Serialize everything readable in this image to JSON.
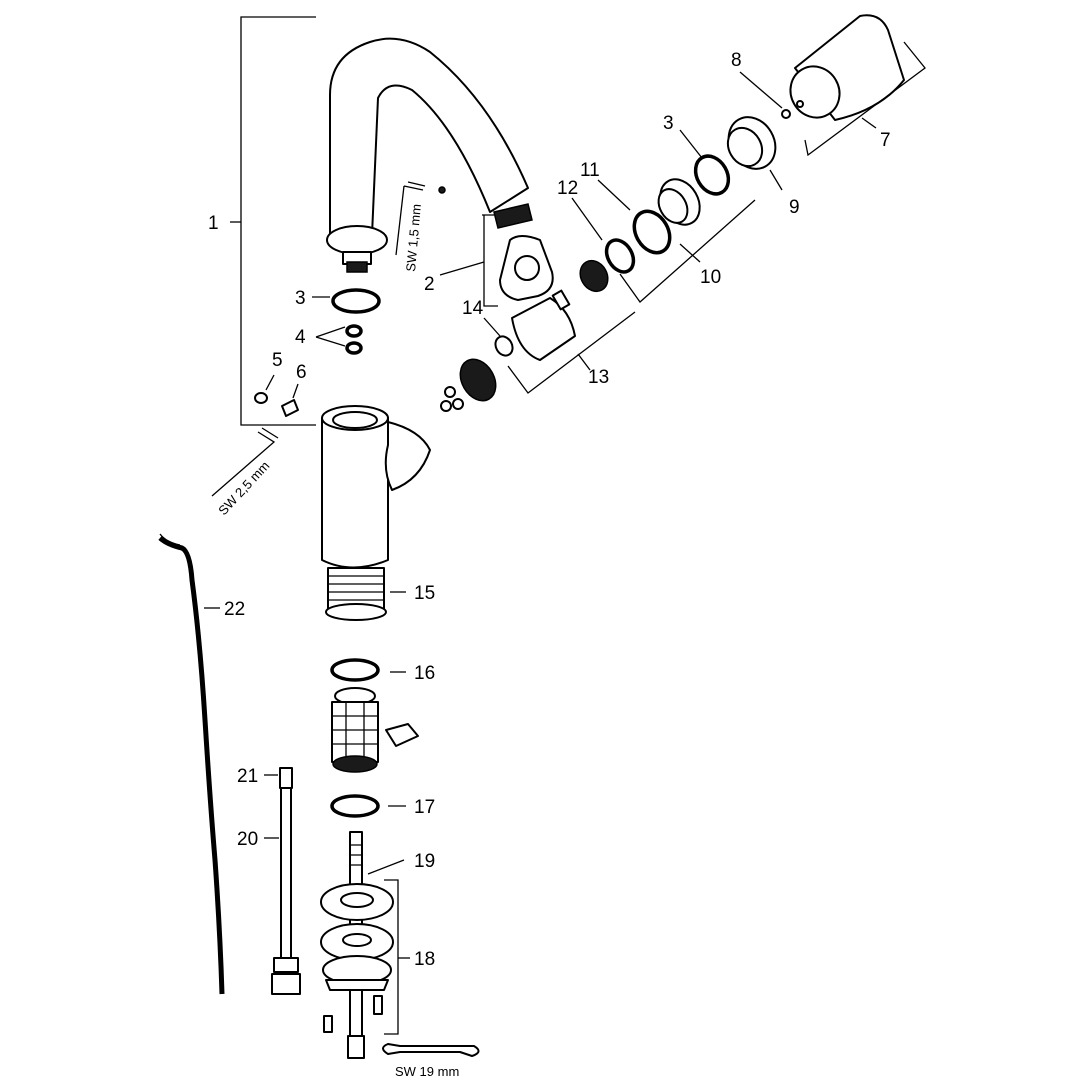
{
  "labels": {
    "l1": "1",
    "l2": "2",
    "l3a": "3",
    "l3b": "3",
    "l4": "4",
    "l5": "5",
    "l6": "6",
    "l7": "7",
    "l8": "8",
    "l9": "9",
    "l10": "10",
    "l11": "11",
    "l12": "12",
    "l13": "13",
    "l14": "14",
    "l15": "15",
    "l16": "16",
    "l17": "17",
    "l18": "18",
    "l19": "19",
    "l20": "20",
    "l21": "21",
    "l22": "22"
  },
  "tools": {
    "hex_small": "SW 1,5 mm",
    "hex_large": "SW 2,5 mm",
    "wrench": "SW 19 mm"
  }
}
